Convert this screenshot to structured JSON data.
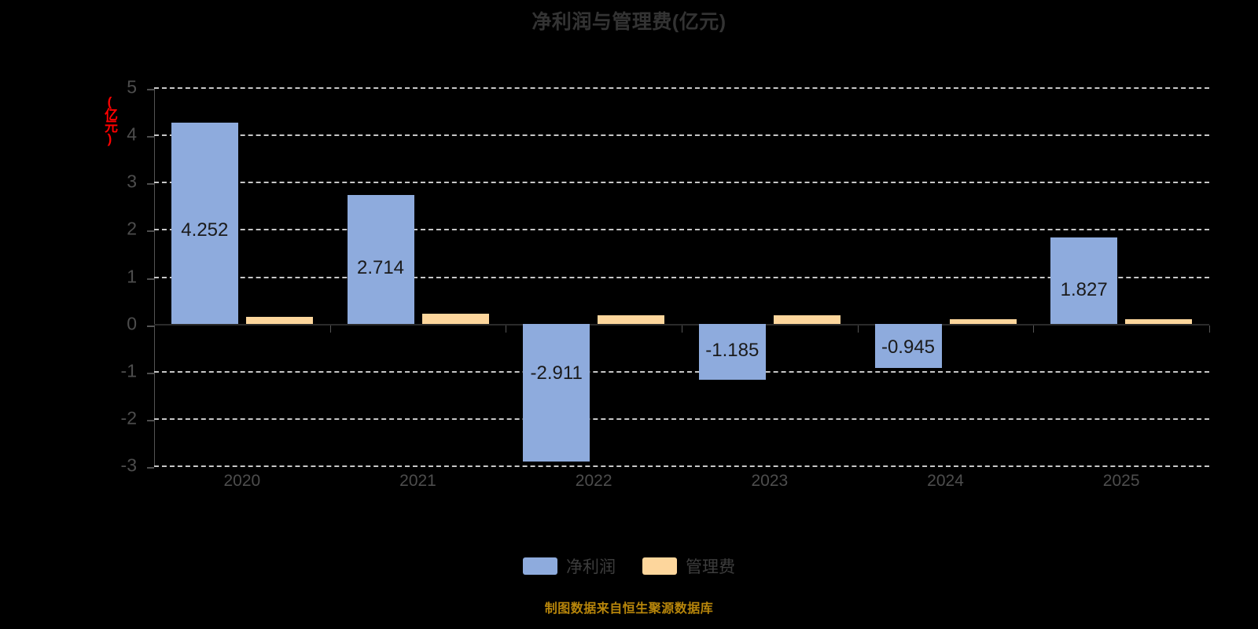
{
  "chart_data": {
    "type": "bar",
    "title": "净利润与管理费(亿元)",
    "xlabel": "",
    "ylabel": "(亿元)",
    "ylim": [
      -3,
      5
    ],
    "yticks": [
      5,
      4,
      3,
      2,
      1,
      0,
      -1,
      -2,
      -3
    ],
    "ytick_labels": [
      "5",
      "4",
      "3",
      "2",
      "1",
      "0",
      "-1",
      "-2",
      "-3"
    ],
    "grid": true,
    "legend_position": "bottom-center",
    "categories": [
      "2020",
      "2021",
      "2022",
      "2023",
      "2024",
      "2025"
    ],
    "series": [
      {
        "name": "净利润",
        "color": "#8eabdd",
        "values": [
          4.252,
          2.714,
          -2.911,
          -1.185,
          -0.945,
          1.827
        ],
        "labels": [
          "4.252",
          "2.714",
          "-2.911",
          "-1.185",
          "-0.945",
          "1.827"
        ]
      },
      {
        "name": "管理费",
        "color": "#fdd69c",
        "values": [
          0.14,
          0.21,
          0.18,
          0.17,
          0.1,
          0.09
        ],
        "labels": [
          "",
          "",
          "",
          "",
          "",
          ""
        ]
      }
    ]
  },
  "footer": {
    "source_text": "制图数据来自恒生聚源数据库",
    "color": "#b8860b"
  },
  "colors": {
    "background": "#000000",
    "title": "#333333",
    "axis_text": "#4d4d4d",
    "gridline": "#d8d8d8",
    "unit_label": "#ff0000",
    "series_profit": "#8eabdd",
    "series_mgmt": "#fdd69c"
  }
}
